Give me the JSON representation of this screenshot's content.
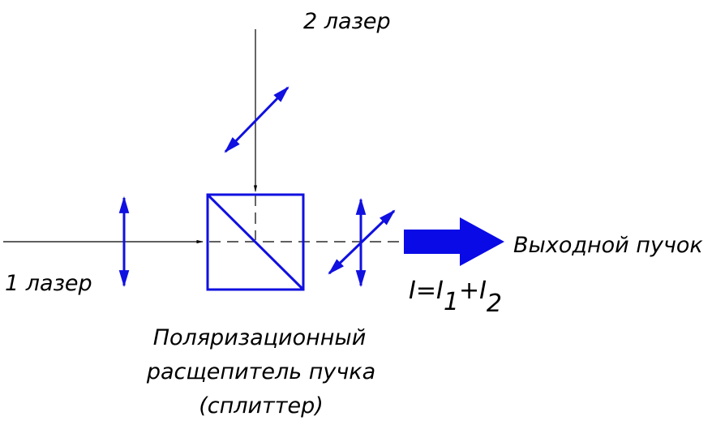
{
  "labels": {
    "laser1": "1 лазер",
    "laser2": "2 лазер",
    "output": "Выходной пучок",
    "splitter_line1": "Поляризационный",
    "splitter_line2": "расщепитель пучка",
    "splitter_line3": "(сплиттер)",
    "intensity_I": "I",
    "intensity_eq": "=I",
    "intensity_sub1": "1",
    "intensity_plus": "+I",
    "intensity_sub2": "2"
  },
  "colors": {
    "beam": "#000000",
    "optics": "#1010e0",
    "output_arrow": "#0a0ae6"
  }
}
